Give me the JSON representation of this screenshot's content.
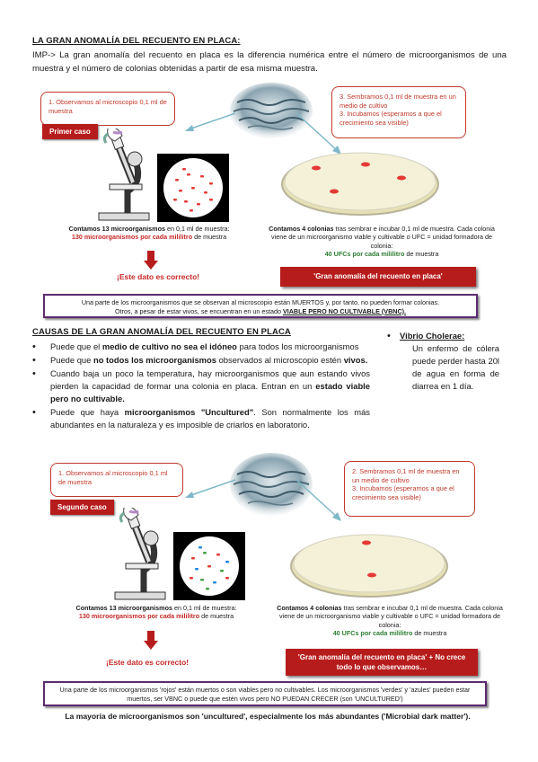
{
  "section1": {
    "title": "LA GRAN ANOMALÍA DEL RECUENTO EN PLACA:",
    "intro": "IMP-> La gran anomalía del recuento en placa es la diferencia numérica entre el número de microorganismos de una muestra y el número de colonias obtenidas a partir de esa misma muestra."
  },
  "case1": {
    "step1": "1. Observamos al microscopio 0,1 ml de muestra",
    "label": "Primer caso",
    "step3": "3. Sembramos 0,1 ml de muestra en un medio de cultivo",
    "step4": "3. Incubamos (esperamos a que el crecimiento sea visible)",
    "cap_left_bold": "Contamos 13 microorganismos",
    "cap_left_rest": " en 0,1 ml de muestra:",
    "cap_left_red": "130 microorganismos por cada mililitro",
    "cap_left_end": " de muestra",
    "cap_right_bold": "Contamos 4 colonias",
    "cap_right_rest": " tras sembrar e incubar 0,1 ml de muestra. Cada colonia viene de un microorganismo viable y cultivable o UFC = unidad formadora de colonia:",
    "cap_right_green": "40 UFCs por cada mililitro",
    "cap_right_end": " de muestra",
    "correct": "¡Este dato es correcto!",
    "anomaly": "'Gran anomalía del recuento en placa'",
    "note_line1": "Una parte de los microorganismos que se observan al microscopio están MUERTOS y, por tanto, no pueden formar colonias.",
    "note_line2_a": "Otros, a pesar de estar vivos, se encuentran en un estado ",
    "note_line2_b": "VIABLE PERO NO CULTIVABLE (VBNC).",
    "colors": {
      "accent": "#b71c1c",
      "green": "#2e7d32",
      "note_border": "#5b2c6f"
    }
  },
  "section2": {
    "title": "CAUSAS DE LA GRAN ANOMALÍA DEL RECUENTO EN PLACA",
    "bullets": [
      {
        "a": "Puede que el ",
        "b": "medio de cultivo no sea el idóneo",
        "c": " para todos los microorganismos"
      },
      {
        "a": "Puede que ",
        "b": "no todos los microorganismos",
        "c": " observados al microscopio estén ",
        "d": "vivos."
      },
      {
        "a": "Cuando baja un poco la temperatura, hay microorganismos que aun estando vivos pierden la capacidad de formar una colonia en placa. Entran en un ",
        "b": "estado viable pero no cultivable."
      },
      {
        "a": "Puede que haya ",
        "b": "microorganismos \"Uncultured\"",
        "c": ". Son normalmente los más abundantes en la naturaleza y es imposible de criarlos en laboratorio."
      }
    ],
    "side_title": "Vibrio Cholerae:",
    "side_text": "Un enfermo de cólera puede perder hasta 20l de agua en forma de diarrea en 1 día."
  },
  "case2": {
    "step1": "1. Observamos al microscopio 0,1 ml de muestra",
    "label": "Segundo caso",
    "step3": "2. Sembramos 0,1 ml de muestra en un medio de cultivo",
    "step4": "3. Incubamos (esperamos a que el crecimiento sea visible)",
    "cap_left_bold": "Contamos 13 microorganismos",
    "cap_left_rest": " en 0,1 ml de muestra:",
    "cap_left_red": "130 microorganismos por cada mililitro",
    "cap_left_end": " de muestra",
    "cap_right_bold": "Contamos 4 colonias",
    "cap_right_rest": " tras sembrar e incubar 0,1 ml de muestra. Cada colonia viene de un microorganismo viable y cultivable o UFC = unidad formadora de colonia:",
    "cap_right_green": "40 UFCs por cada mililitro",
    "cap_right_end": " de muestra",
    "correct": "¡Este dato es correcto!",
    "anomaly": "'Gran anomalía del recuento en placa' + No crece todo lo que observamos…",
    "note": "Una parte de los microorganismos 'rojos' están muertos o son viables pero no cultivables. Los microorganismos 'verdes' y 'azules' pueden estar muertos, ser VBNC o puede que estén vivos pero NO PUEDAN CRECER (son 'UNCULTURED')",
    "final": "La mayoría de microorganismos son 'uncultured', especialmente los más abundantes ('Microbial dark matter')."
  }
}
